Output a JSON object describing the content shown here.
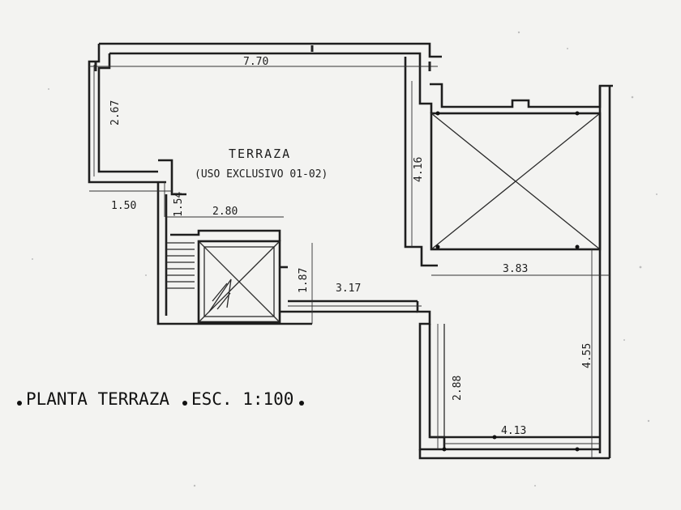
{
  "plan": {
    "room_name": "TERRAZA",
    "room_use": "(USO EXCLUSIVO 01-02)",
    "title": "PLANTA TERRAZA",
    "scale": "ESC. 1:100",
    "dimensions": {
      "terrace_width": "7.70",
      "terrace_left_height": "2.67",
      "left_offset": "1.50",
      "stair_well_height": "1.54",
      "stair_width": "2.80",
      "right_block_height": "4.16",
      "right_block_width": "3.83",
      "mid_height": "1.87",
      "mid_width": "3.17",
      "lower_height": "2.88",
      "lower_width": "4.13",
      "right_total_height": "4.55"
    }
  }
}
